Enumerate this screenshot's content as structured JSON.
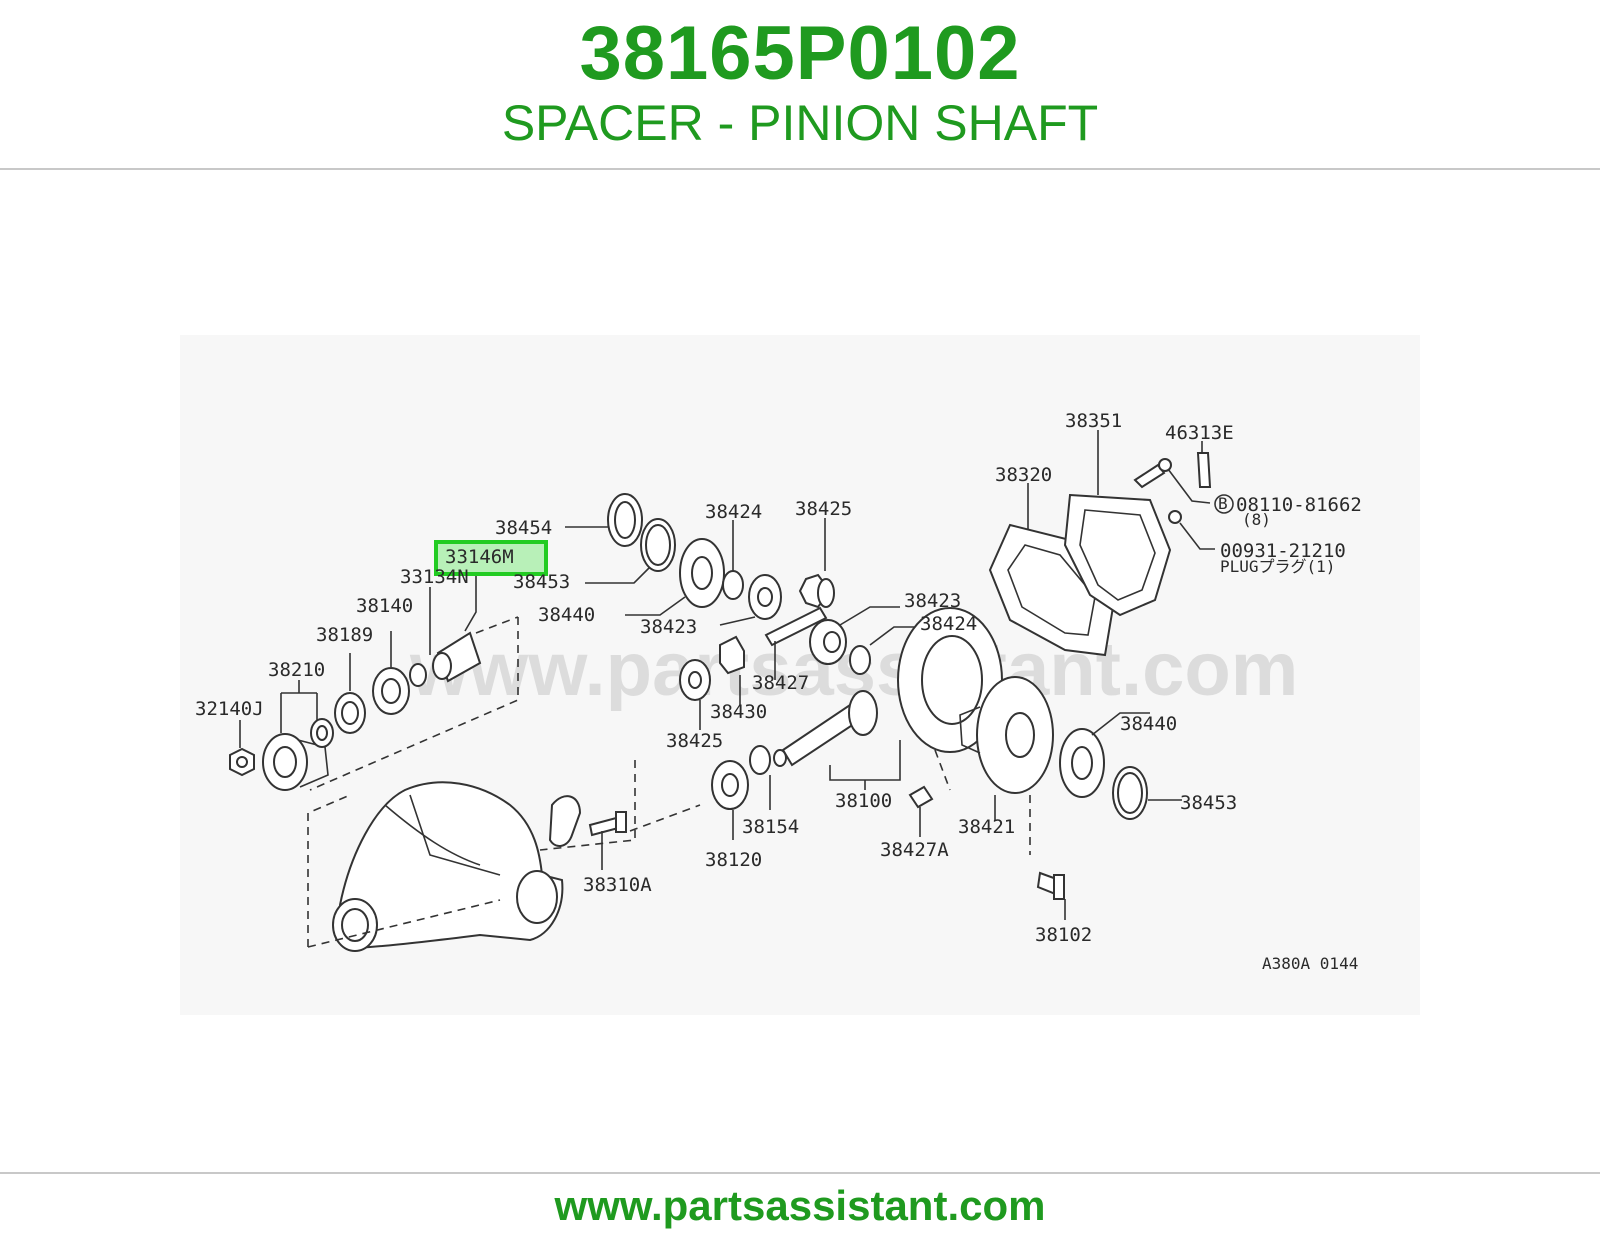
{
  "header": {
    "part_number": "38165P0102",
    "part_name": "SPACER - PINION SHAFT"
  },
  "diagram": {
    "watermark": "www.partsassistant.com",
    "code": "A380A 0144",
    "highlighted_label": "33146M",
    "highlight_color": "#22cc22",
    "labels": {
      "l38454": "38454",
      "l38453a": "38453",
      "l33134n": "33134N",
      "l38140": "38140",
      "l38189": "38189",
      "l38210": "38210",
      "l32140j": "32140J",
      "l38440a": "38440",
      "l38424a": "38424",
      "l38425a": "38425",
      "l38423a": "38423",
      "l38423b": "38423",
      "l38424b": "38424",
      "l38427": "38427",
      "l38430": "38430",
      "l38425b": "38425",
      "l38351": "38351",
      "l46313e": "46313E",
      "l38320": "38320",
      "l08110": "08110-81662",
      "l08110qty": "(8)",
      "l00931": "00931-21210",
      "lplug": "PLUGプラグ(1)",
      "lbolt_marker": "B",
      "l38440b": "38440",
      "l38453b": "38453",
      "l38100": "38100",
      "l38154": "38154",
      "l38120": "38120",
      "l38310a": "38310A",
      "l38427a": "38427A",
      "l38421": "38421",
      "l38102": "38102"
    }
  },
  "footer": {
    "url": "www.partsassistant.com"
  },
  "colors": {
    "brand_green": "#1f9a1f"
  }
}
